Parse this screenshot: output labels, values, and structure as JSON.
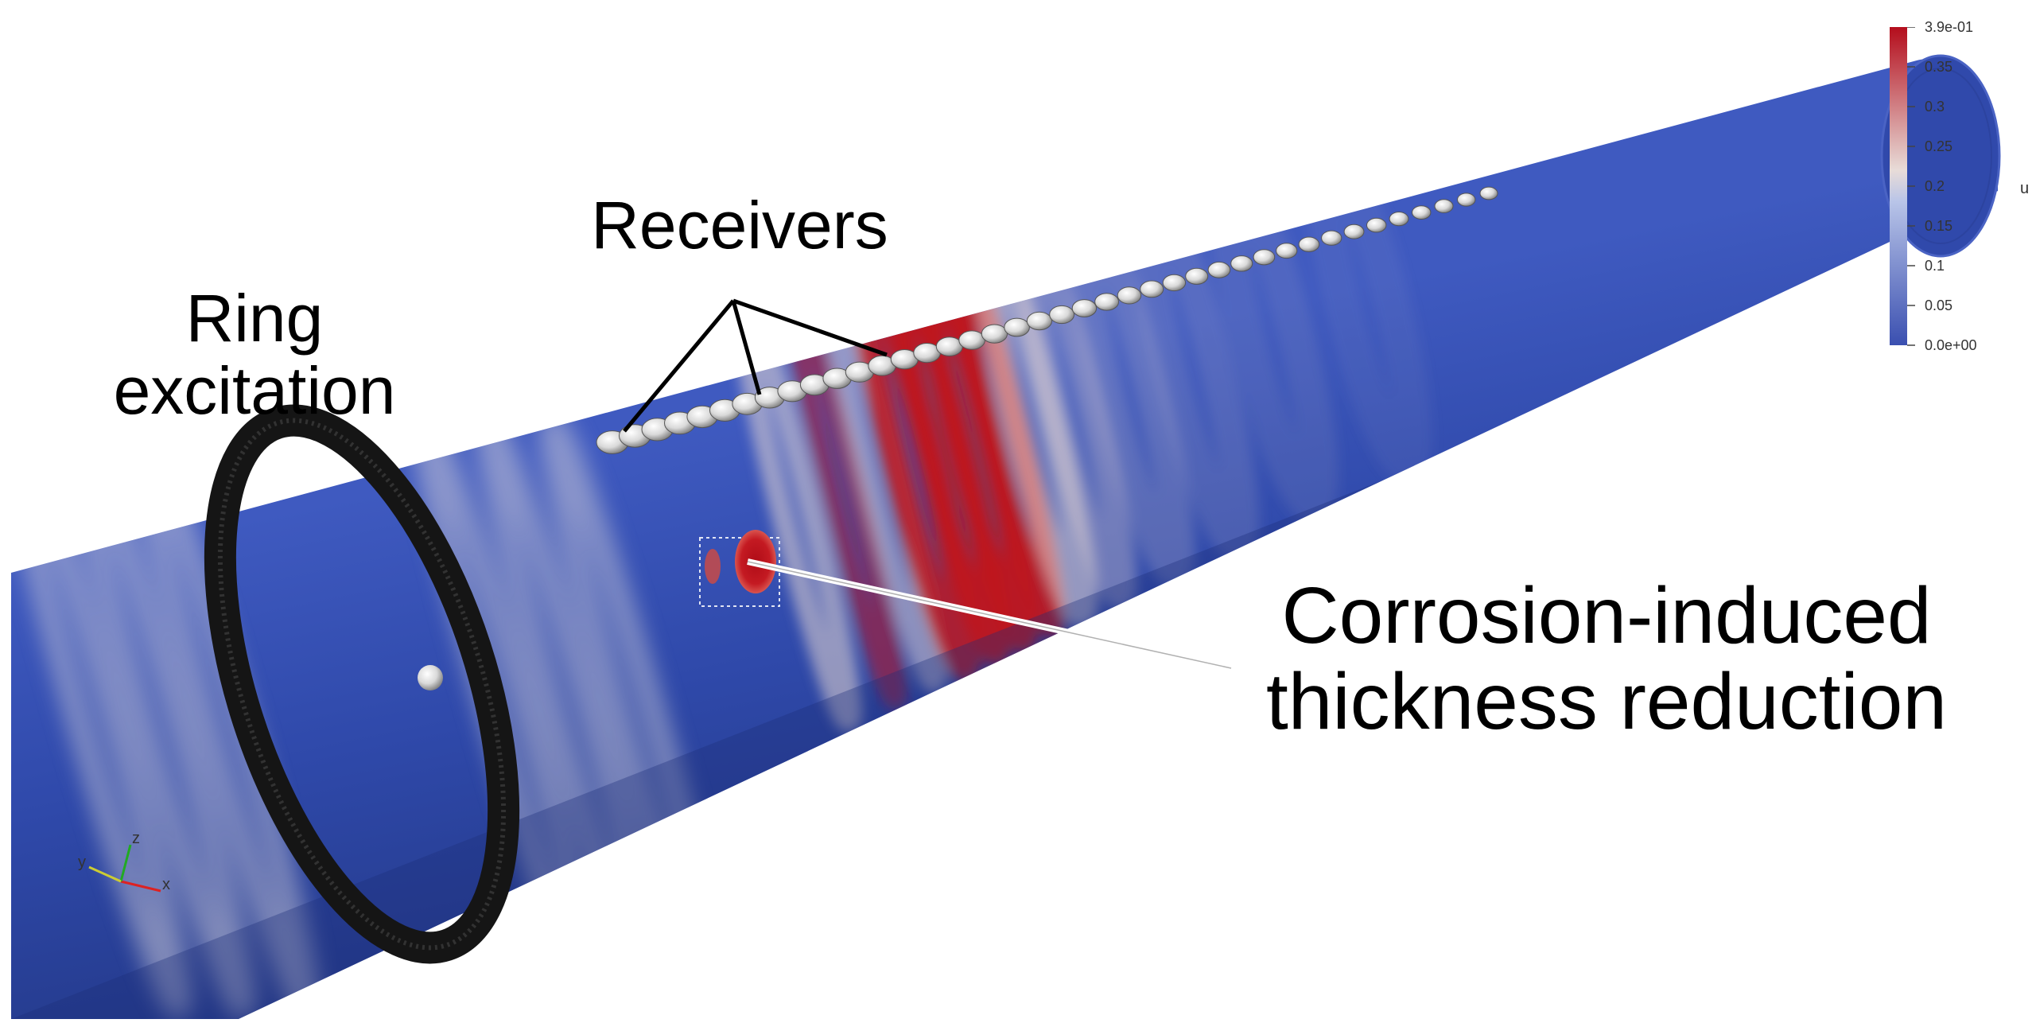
{
  "labels": {
    "ring_excitation": "Ring\nexcitation",
    "receivers": "Receivers",
    "corrosion": "Corrosion-induced\nthickness reduction"
  },
  "colorbar": {
    "ticks": [
      "3.9e-01",
      "0.35",
      "0.3",
      "0.25",
      "0.2",
      "0.15",
      "0.1",
      "0.05",
      "0.0e+00"
    ],
    "variable": "u",
    "colors": {
      "low": "#3a4fb0",
      "mid": "#dcdcdc",
      "high": "#b40d1c"
    }
  },
  "axes": {
    "x": "x",
    "y": "y",
    "z": "z"
  },
  "receiver_count": 40,
  "colors": {
    "pipe_base": "#2f47a8",
    "pipe_dark": "#24388a",
    "ring": "#1e1e1e",
    "wave_red": "#c0141c",
    "wave_light": "#e9d8d2"
  }
}
